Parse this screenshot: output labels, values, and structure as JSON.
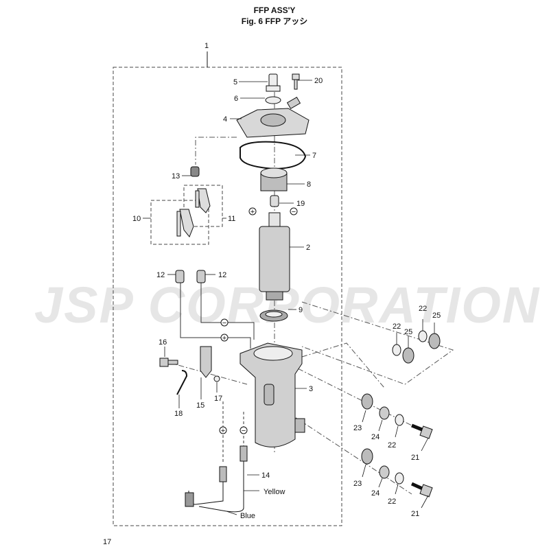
{
  "title": "FFP ASS'Y",
  "subtitle": "Fig. 6   FFP アッシ",
  "page_number": "17",
  "watermark": "JSP CORPORATION",
  "wire_labels": {
    "yellow": "Yellow",
    "blue": "Blue"
  },
  "callouts": [
    {
      "id": "c1",
      "text": "1"
    },
    {
      "id": "c2",
      "text": "2"
    },
    {
      "id": "c3",
      "text": "3"
    },
    {
      "id": "c4",
      "text": "4"
    },
    {
      "id": "c5",
      "text": "5"
    },
    {
      "id": "c6",
      "text": "6"
    },
    {
      "id": "c7",
      "text": "7"
    },
    {
      "id": "c8",
      "text": "8"
    },
    {
      "id": "c9",
      "text": "9"
    },
    {
      "id": "c10",
      "text": "10"
    },
    {
      "id": "c11",
      "text": "11"
    },
    {
      "id": "c12a",
      "text": "12"
    },
    {
      "id": "c12b",
      "text": "12"
    },
    {
      "id": "c13",
      "text": "13"
    },
    {
      "id": "c14",
      "text": "14"
    },
    {
      "id": "c15",
      "text": "15"
    },
    {
      "id": "c16",
      "text": "16"
    },
    {
      "id": "c17",
      "text": "17"
    },
    {
      "id": "c18",
      "text": "18"
    },
    {
      "id": "c19",
      "text": "19"
    },
    {
      "id": "c20",
      "text": "20"
    },
    {
      "id": "c21a",
      "text": "21"
    },
    {
      "id": "c21b",
      "text": "21"
    },
    {
      "id": "c22a",
      "text": "22"
    },
    {
      "id": "c22b",
      "text": "22"
    },
    {
      "id": "c22c",
      "text": "22"
    },
    {
      "id": "c22d",
      "text": "22"
    },
    {
      "id": "c23a",
      "text": "23"
    },
    {
      "id": "c23b",
      "text": "23"
    },
    {
      "id": "c24a",
      "text": "24"
    },
    {
      "id": "c24b",
      "text": "24"
    },
    {
      "id": "c25a",
      "text": "25"
    },
    {
      "id": "c25b",
      "text": "25"
    }
  ],
  "polarity": {
    "plus": "+",
    "minus": "−"
  }
}
